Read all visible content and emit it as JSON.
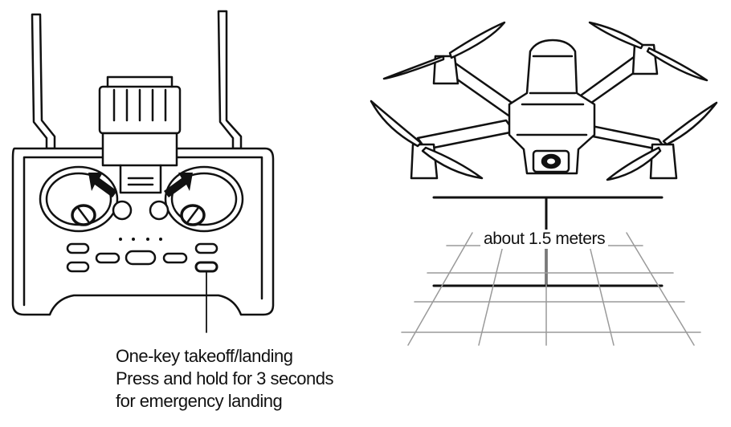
{
  "callout": {
    "line1": "One-key takeoff/landing",
    "line2": "Press and hold for 3 seconds",
    "line3": "for emergency landing"
  },
  "height_label": "about 1.5 meters"
}
